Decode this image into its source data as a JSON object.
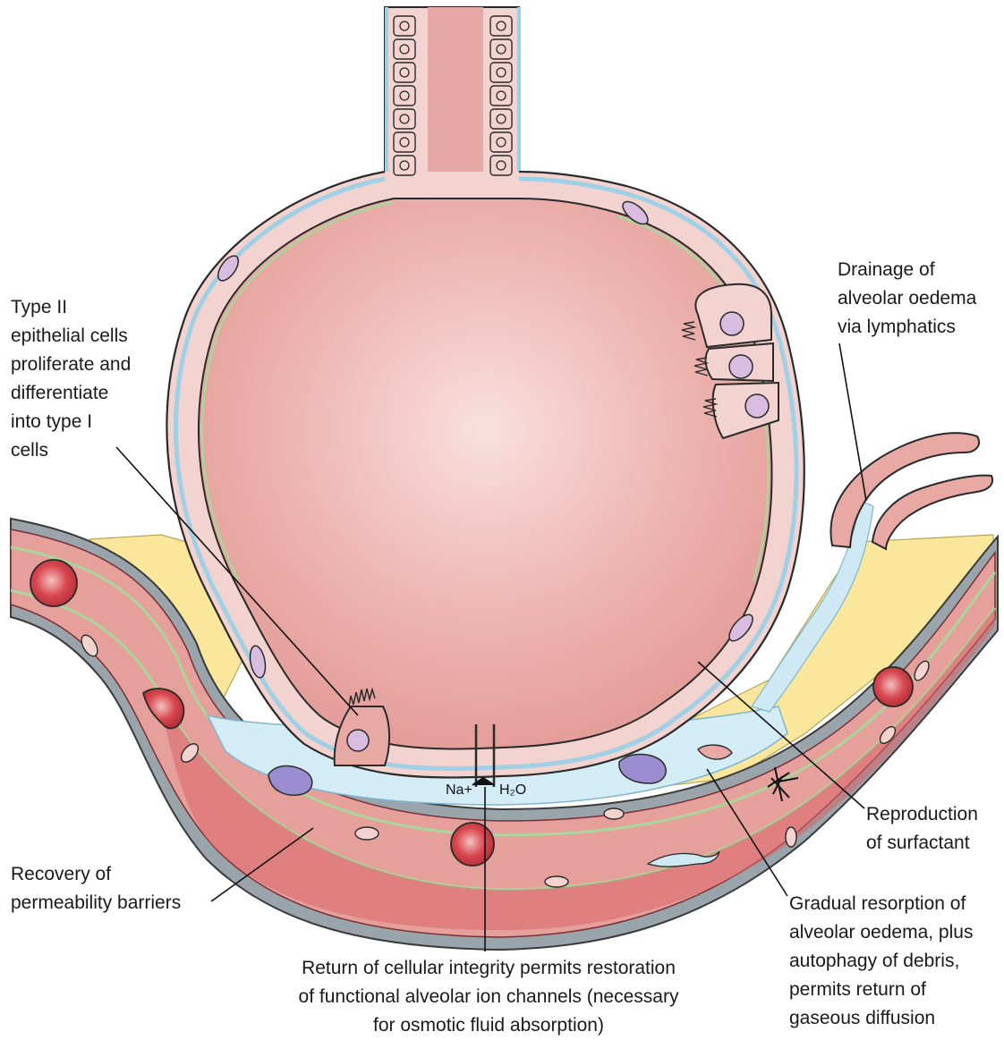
{
  "labels": {
    "type2_cells": [
      "Type II",
      "epithelial cells",
      "proliferate and",
      "differentiate",
      "into type I",
      "cells"
    ],
    "drainage": [
      "Drainage of",
      "alveolar oedema",
      "via lymphatics"
    ],
    "surfactant": [
      "Reproduction",
      "of surfactant"
    ],
    "permeability": [
      "Recovery of",
      "permeability barriers"
    ],
    "resorption": [
      "Gradual resorption of",
      "alveolar oedema, plus",
      "autophagy of debris,",
      "permits return of",
      "gaseous diffusion"
    ],
    "ion_channels": [
      "Return of cellular integrity permits restoration",
      "of functional alveolar ion channels (necessary",
      "for osmotic fluid absorption)"
    ]
  },
  "ions": {
    "sodium": "Na+",
    "water": "H₂O"
  },
  "colors": {
    "alveolus_fill": "#e9a6a2",
    "alveolus_center": "#f7dcda",
    "membrane_blue": "#9fd0e6",
    "epithelium_green": "#a9d69a",
    "interstitium_yellow": "#fbe79b",
    "oedema_fluid": "#d3ecf5",
    "capillary_red": "#d9646a",
    "nucleus_purple": "#d8bde0",
    "outline": "#2a2a2a"
  }
}
